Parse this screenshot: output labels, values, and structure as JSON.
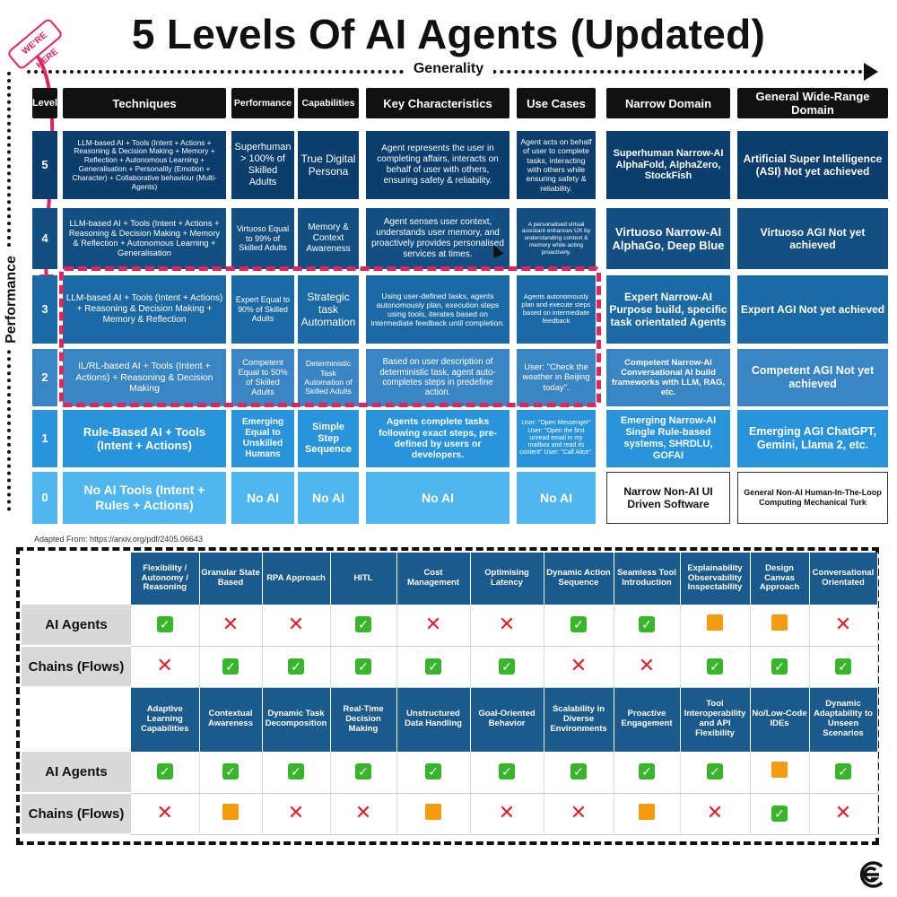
{
  "title": "5 Levels Of AI Agents (Updated)",
  "generality_label": "Generality",
  "performance_label": "Performance",
  "stamp_text": "WE'RE HERE",
  "source": "Adapted From: https://arxiv.org/pdf/2405.06643",
  "headers": [
    "Level",
    "Techniques",
    "Performance",
    "Capabilities",
    "Key Characteristics",
    "Use Cases",
    "Narrow Domain",
    "General Wide-Range Domain"
  ],
  "rows": [
    {
      "level": "5",
      "techniques": "LLM-based AI + Tools (Intent + Actions + Reasoning & Decision Making + Memory + Reflection + Autonomous Learning + Generalisation + Personality (Emotion + Character) + Collaborative behaviour (Multi-Agents)",
      "performance": "Superhuman > 100% of Skilled Adults",
      "capabilities": "True Digital Persona",
      "characteristics": "Agent represents the user in completing affairs, interacts on behalf of user with others, ensuring safety & reliability.",
      "use_cases": "Agent acts on behalf of user to complete tasks, interacting with others while ensuring safety & reliability.",
      "narrow": "Superhuman Narrow-AI AlphaFold, AlphaZero, StockFish",
      "general": "Artificial Super Intelligence (ASI) Not yet achieved"
    },
    {
      "level": "4",
      "techniques": "LLM-based AI + Tools (Intent + Actions + Reasoning & Decision Making + Memory & Reflection + Autonomous Learning + Generalisation",
      "performance": "Virtuoso Equal to 99% of Skilled Adults",
      "capabilities": "Memory & Context Awareness",
      "characteristics": "Agent senses user context, understands user memory, and proactively provides personalised services at times.",
      "use_cases": "A personalised virtual assistant enhances UX by understanding context & memory while acting proactively.",
      "narrow": "Virtuoso Narrow-AI AlphaGo, Deep Blue",
      "general": "Virtuoso AGI Not yet achieved"
    },
    {
      "level": "3",
      "techniques": "LLM-based AI + Tools (Intent + Actions) + Reasoning & Decision Making + Memory & Reflection",
      "performance": "Expert Equal to 90% of Skilled Adults",
      "capabilities": "Strategic task Automation",
      "characteristics": "Using user-defined tasks, agents autonomously plan, execution steps using tools, iterates based on intermediate feedback until completion.",
      "use_cases": "Agents autonomously plan and execute steps based on intermediate feedback",
      "narrow": "Expert Narrow-AI Purpose build, specific task orientated Agents",
      "general": "Expert AGI Not yet achieved"
    },
    {
      "level": "2",
      "techniques": "IL/RL-based AI + Tools (Intent + Actions) + Reasoning & Decision Making",
      "performance": "Competent Equal to 50% of Skilled Adults",
      "capabilities": "Deterministic Task Automation of Skilled Adults",
      "characteristics": "Based on user description of deterministic task, agent auto-completes steps in predefine action.",
      "use_cases": "User: \"Check the weather in Beijing today\".",
      "narrow": "Competent Narrow-AI Conversational AI build frameworks with LLM, RAG, etc.",
      "general": "Competent AGI Not yet achieved"
    },
    {
      "level": "1",
      "techniques": "Rule-Based AI + Tools (Intent + Actions)",
      "performance": "Emerging Equal to Unskilled Humans",
      "capabilities": "Simple Step Sequence",
      "characteristics": "Agents complete tasks following exact steps, pre-defined by users or developers.",
      "use_cases": "User: \"Open Messenger\" User: \"Open the first unread email in my mailbox and read its content\" User: \"Call Alice\".",
      "narrow": "Emerging Narrow-AI Single Rule-based systems, SHRDLU, GOFAI",
      "general": "Emerging AGI ChatGPT, Gemini, Llama 2, etc."
    },
    {
      "level": "0",
      "techniques": "No AI Tools (Intent + Rules + Actions)",
      "performance": "No AI",
      "capabilities": "No AI",
      "characteristics": "No AI",
      "use_cases": "No AI",
      "narrow": "Narrow Non-AI UI Driven Software",
      "general": "General Non-AI Human-In-The-Loop Computing Mechanical Turk"
    }
  ],
  "comparison": {
    "block1": {
      "features": [
        "Flexibility / Autonomy / Reasoning",
        "Granular State Based",
        "RPA Approach",
        "HITL",
        "Cost Management",
        "Optimising Latency",
        "Dynamic Action Sequence",
        "Seamless Tool Introduction",
        "Explainability Observability Inspectability",
        "Design Canvas Approach",
        "Conversational Orientated"
      ],
      "rows": [
        {
          "label": "AI Agents",
          "marks": [
            "yes",
            "no",
            "no",
            "yes",
            "no",
            "no",
            "yes",
            "yes",
            "partial",
            "partial",
            "no"
          ]
        },
        {
          "label": "Chains (Flows)",
          "marks": [
            "no",
            "yes",
            "yes",
            "yes",
            "yes",
            "yes",
            "no",
            "no",
            "yes",
            "yes",
            "yes"
          ]
        }
      ]
    },
    "block2": {
      "features": [
        "Adaptive Learning Capabilities",
        "Contextual Awareness",
        "Dynamic Task Decomposition",
        "Real-Time Decision Making",
        "Unstructured Data Handling",
        "Goal-Oriented Behavior",
        "Scalability in Diverse Environments",
        "Proactive Engagement",
        "Tool Interoperability and API Flexibility",
        "No/Low-Code IDEs",
        "Dynamic Adaptability to Unseen Scenarios"
      ],
      "rows": [
        {
          "label": "AI Agents",
          "marks": [
            "yes",
            "yes",
            "yes",
            "yes",
            "yes",
            "yes",
            "yes",
            "yes",
            "yes",
            "partial",
            "yes"
          ]
        },
        {
          "label": "Chains (Flows)",
          "marks": [
            "no",
            "partial",
            "no",
            "no",
            "partial",
            "no",
            "no",
            "partial",
            "no",
            "yes",
            "no"
          ]
        }
      ]
    }
  },
  "colors": {
    "accent": "#e0245e",
    "header": "#1a5a8c",
    "yes": "#38b52a",
    "no": "#e0212f",
    "partial": "#f39c12"
  }
}
